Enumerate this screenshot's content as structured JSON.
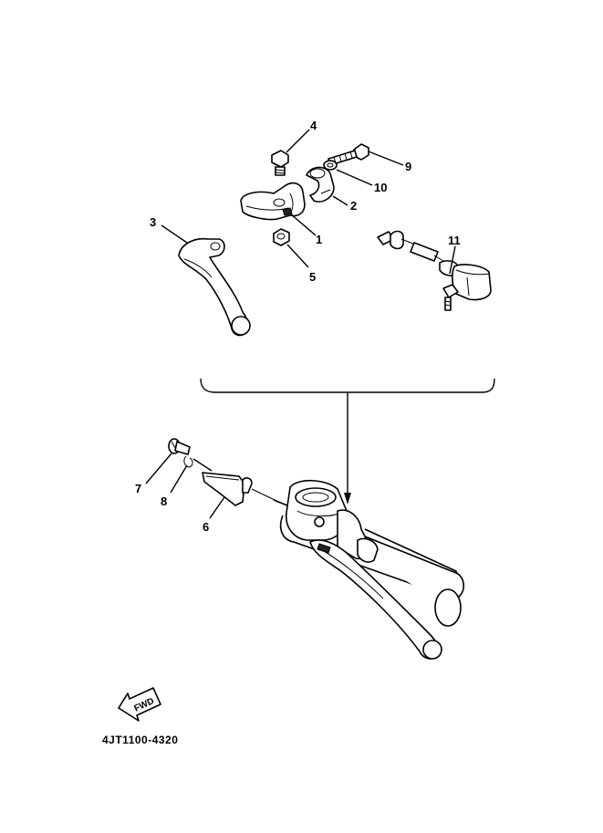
{
  "callouts": {
    "c1": "1",
    "c2": "2",
    "c3": "3",
    "c4": "4",
    "c5": "5",
    "c6": "6",
    "c7": "7",
    "c8": "8",
    "c9": "9",
    "c10": "10",
    "c11": "11"
  },
  "fwd_label": "FWD",
  "part_code": "4JT1100-4320",
  "colors": {
    "ink": "#000000",
    "paper": "#ffffff"
  }
}
